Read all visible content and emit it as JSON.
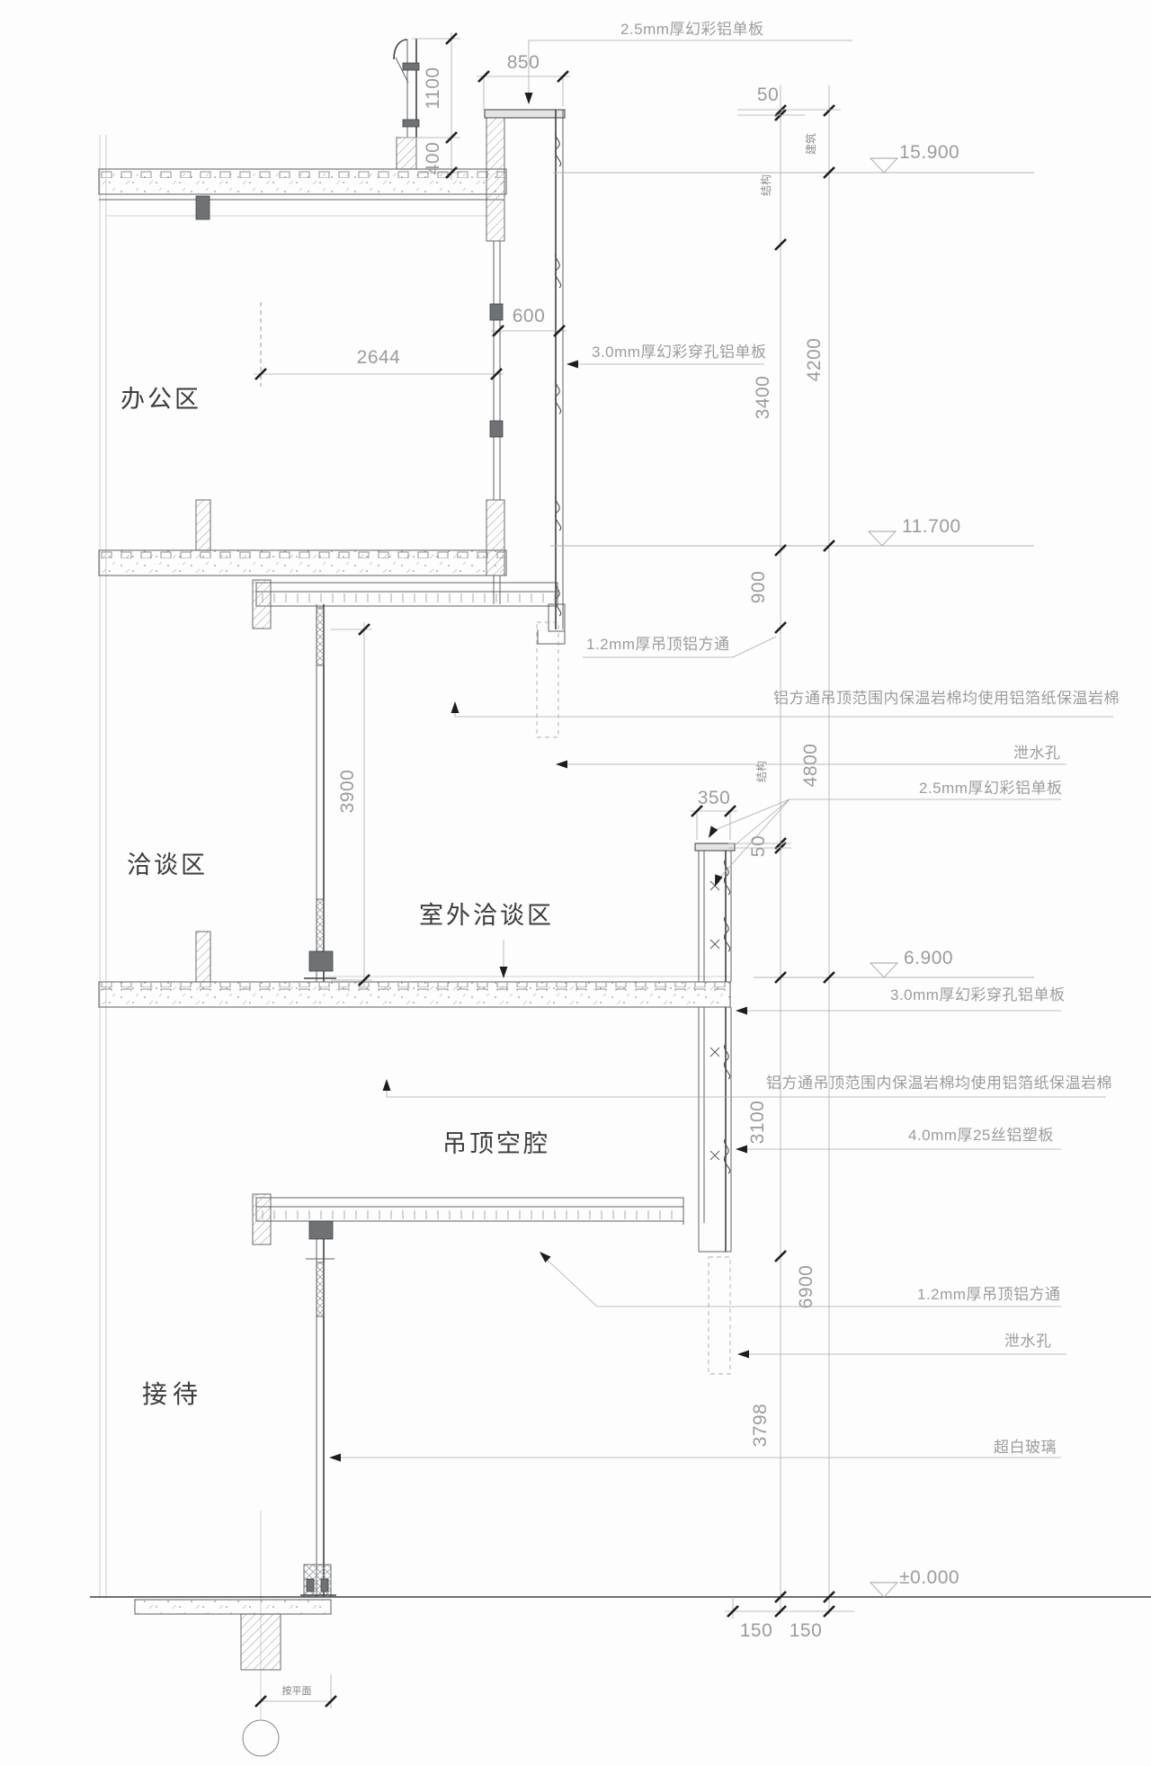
{
  "rooms": {
    "office": "办公区",
    "meeting": "洽谈区",
    "outdoor_meeting": "室外洽谈区",
    "ceiling_cavity": "吊顶空腔",
    "reception": "接待"
  },
  "levels": {
    "l15900": "15.900",
    "l11700": "11.700",
    "l6900": "6.900",
    "l0": "±0.000"
  },
  "notes": {
    "panel25": "2.5mm厚幻彩铝单板",
    "panel30": "3.0mm厚幻彩穿孔铝单板",
    "tube12": "1.2mm厚吊顶铝方通",
    "insulation": "铝方通吊顶范围内保温岩棉均使用铝箔纸保温岩棉",
    "weep": "泄水孔",
    "alu_plastic": "4.0mm厚25丝铝塑板",
    "glass": "超白玻璃"
  },
  "dims": {
    "d850": "850",
    "d1100": "1100",
    "d400": "400",
    "d50_top": "50",
    "d2644": "2644",
    "d600": "600",
    "d3400": "3400",
    "d4200": "4200",
    "d900": "900",
    "d4800": "4800",
    "d3900": "3900",
    "d350": "350",
    "d50_low": "50",
    "d3100": "3100",
    "d6900": "6900",
    "d3798": "3798",
    "d150a": "150",
    "d150b": "150",
    "plan": "按平面"
  },
  "tags": {
    "arch": "建筑",
    "struct": "结构"
  }
}
